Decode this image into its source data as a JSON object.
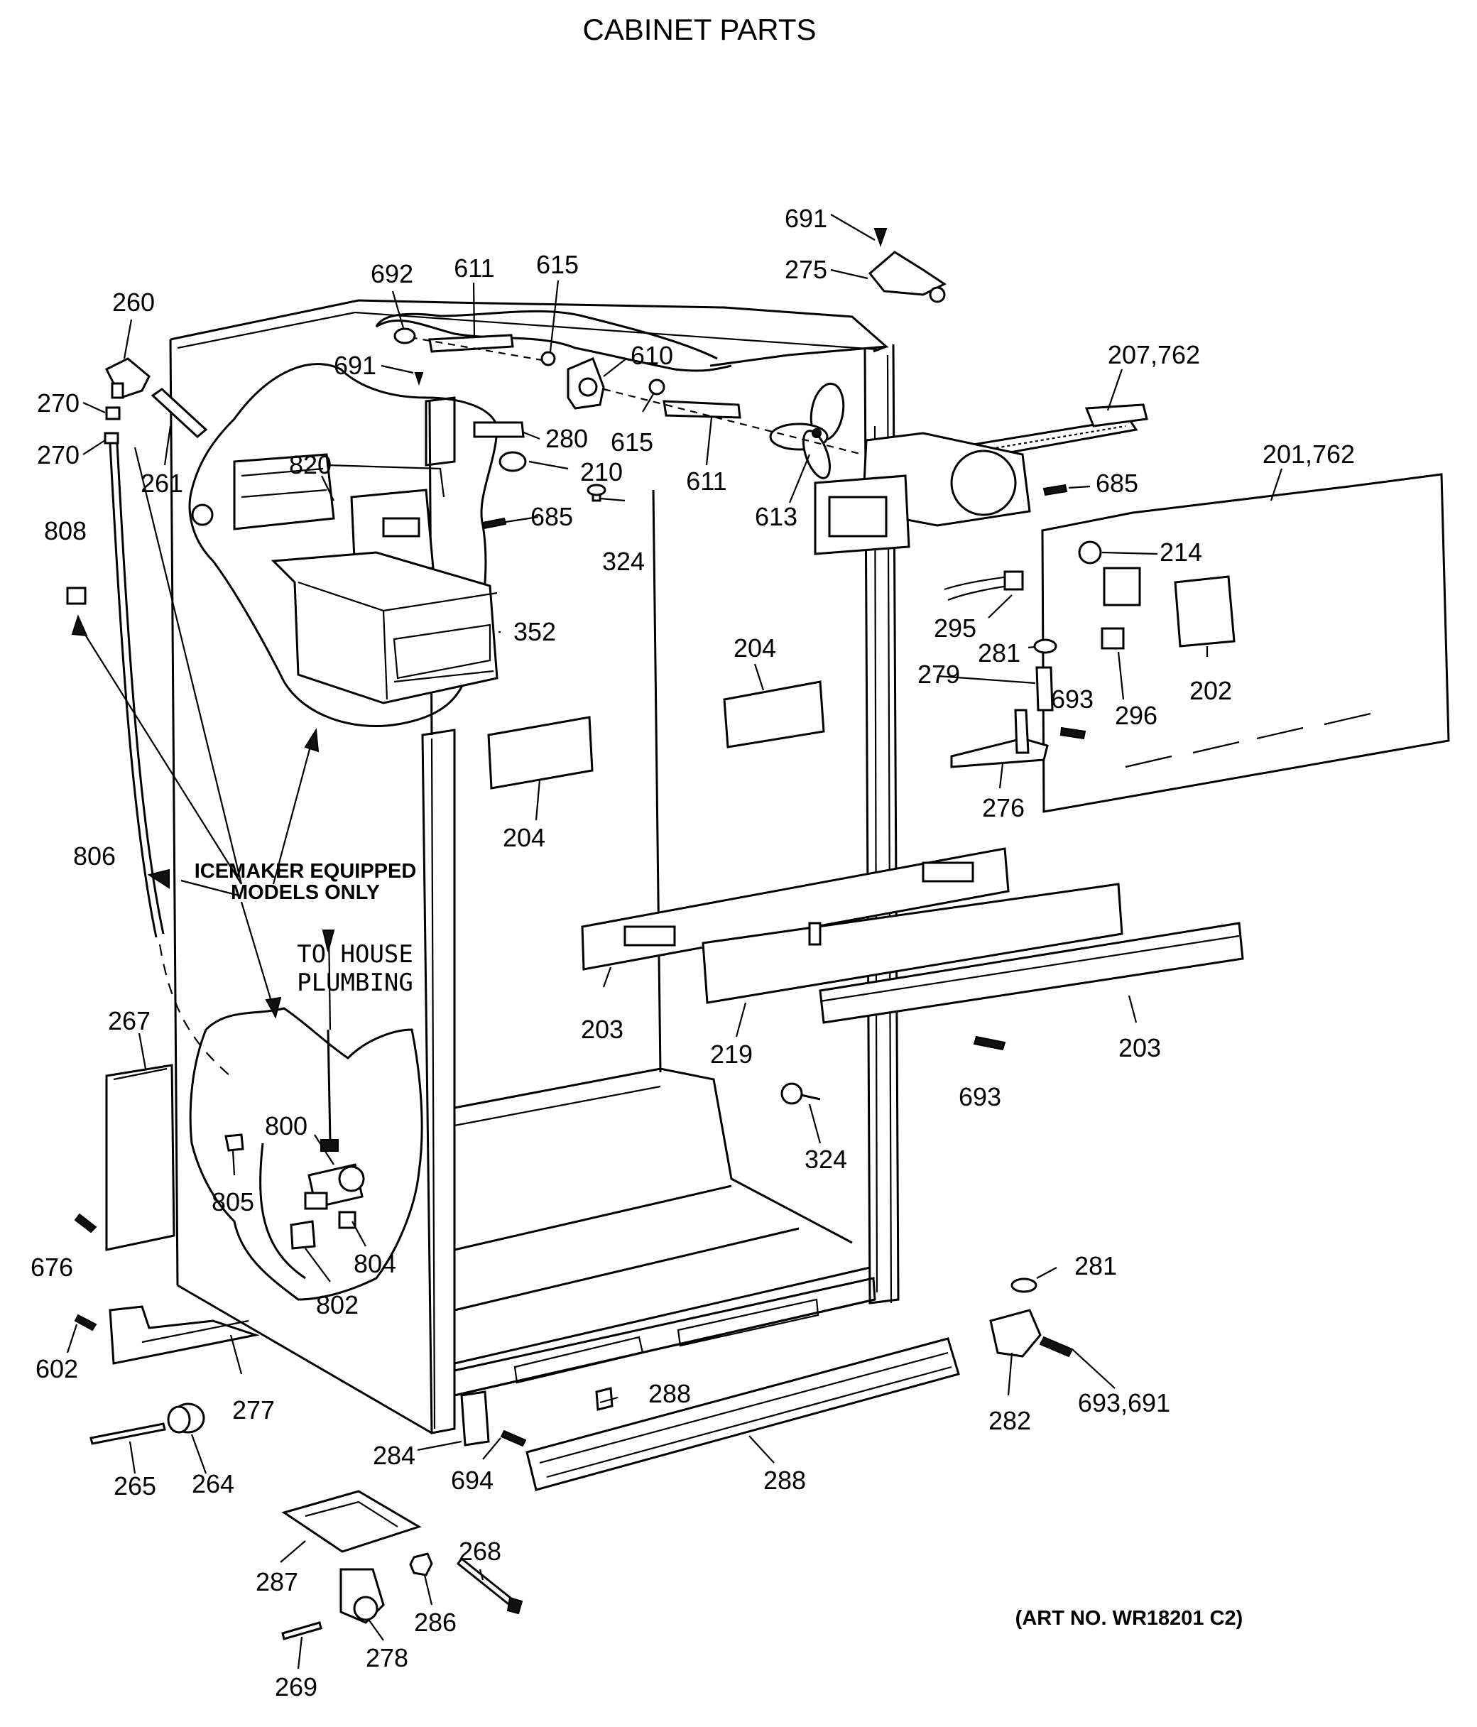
{
  "title": "CABINET PARTS",
  "art_number": "(ART NO. WR18201 C2)",
  "notes": {
    "icemaker_line1": "ICEMAKER EQUIPPED",
    "icemaker_line2": "MODELS ONLY",
    "plumbing_line1": "TO HOUSE",
    "plumbing_line2": "PLUMBING"
  },
  "part_labels": {
    "l691a": "691",
    "l275": "275",
    "l692": "692",
    "l611a": "611",
    "l615a": "615",
    "l260": "260",
    "l691b": "691",
    "l610": "610",
    "l207": "207,762",
    "l270a": "270",
    "l615b": "615",
    "l280": "280",
    "l201": "201,762",
    "l270b": "270",
    "l261": "261",
    "l820": "820",
    "l210": "210",
    "l611b": "611",
    "l685a": "685",
    "l613": "613",
    "l685b": "685",
    "l808": "808",
    "l324a": "324",
    "l214": "214",
    "l352": "352",
    "l295": "295",
    "l204a": "204",
    "l281a": "281",
    "l279": "279",
    "l693a": "693",
    "l202": "202",
    "l296": "296",
    "l204b": "204",
    "l276": "276",
    "l806": "806",
    "l203a": "203",
    "l219": "219",
    "l203b": "203",
    "l267": "267",
    "l800": "800",
    "l693b": "693",
    "l324b": "324",
    "l805": "805",
    "l804": "804",
    "l676": "676",
    "l802": "802",
    "l281b": "281",
    "l602": "602",
    "l277": "277",
    "l288a": "288",
    "l282": "282",
    "l693c": "693,691",
    "l284": "284",
    "l694": "694",
    "l288b": "288",
    "l265": "265",
    "l264": "264",
    "l268": "268",
    "l287": "287",
    "l286": "286",
    "l278": "278",
    "l269": "269"
  }
}
